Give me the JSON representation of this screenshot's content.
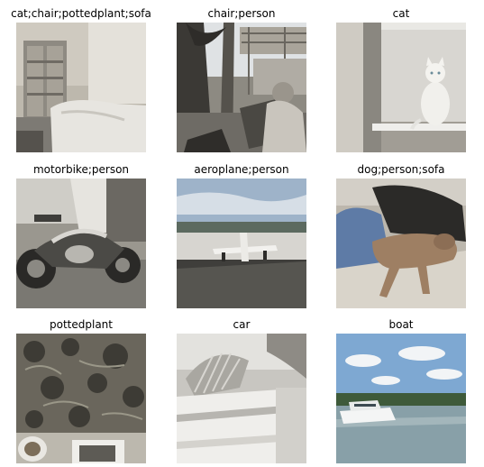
{
  "grid": {
    "items": [
      {
        "label": "cat;chair;pottedplant;sofa",
        "scene": "living-room-with-shelf-and-sofa"
      },
      {
        "label": "chair;person",
        "scene": "patio-with-palm-trees-and-people"
      },
      {
        "label": "cat",
        "scene": "white-cat-on-window-ledge"
      },
      {
        "label": "motorbike;person",
        "scene": "motorcycle-parked-near-person"
      },
      {
        "label": "aeroplane;person",
        "scene": "small-airplane-on-runway"
      },
      {
        "label": "dog;person;sofa",
        "scene": "dog-and-person-on-sofa"
      },
      {
        "label": "pottedplant",
        "scene": "plants-on-ground-top-view"
      },
      {
        "label": "car",
        "scene": "car-interior-view"
      },
      {
        "label": "boat",
        "scene": "white-boat-on-water"
      }
    ]
  }
}
